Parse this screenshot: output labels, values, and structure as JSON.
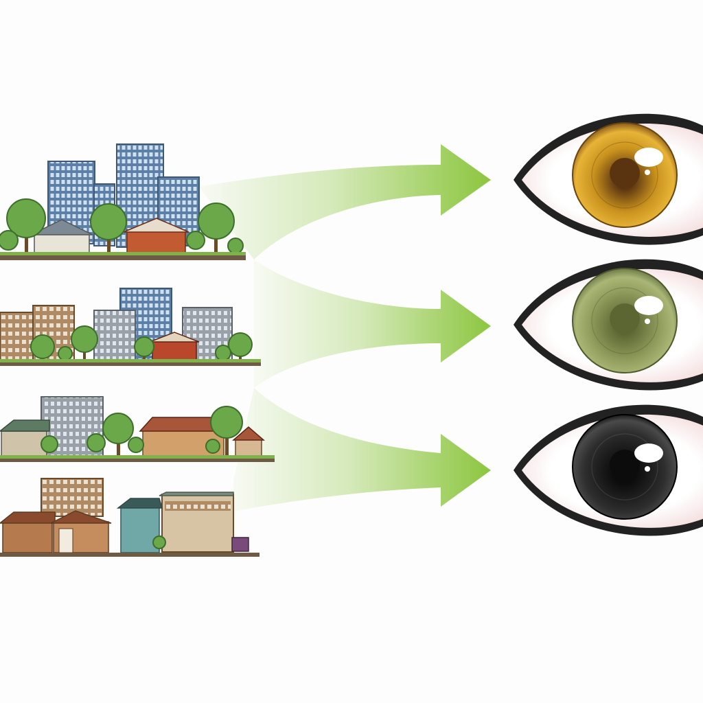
{
  "scenes": [
    {
      "id": "dense-city",
      "ground_color": "#6f5a44"
    },
    {
      "id": "mid-city",
      "ground_color": "#6f5a44"
    },
    {
      "id": "suburb",
      "ground_color": "#6f5a44"
    },
    {
      "id": "low-rise-town",
      "ground_color": "#6f5a44"
    }
  ],
  "arrows": {
    "color": "#8cc63f",
    "count": 3
  },
  "eyes": [
    {
      "id": "brown-eye",
      "iris_outer": "#8a5a1a",
      "iris_inner": "#e0b030",
      "pupil": "#5a3410"
    },
    {
      "id": "green-eye",
      "iris_outer": "#6d7a48",
      "iris_inner": "#a9b676",
      "pupil": "#5c6633"
    },
    {
      "id": "dark-eye",
      "iris_outer": "#1a1a1a",
      "iris_inner": "#4a4a4a",
      "pupil": "#0c0c0c"
    }
  ],
  "icons": [
    "city-icon",
    "arrow-icon",
    "eye-icon",
    "tree-icon",
    "house-icon",
    "building-icon"
  ]
}
